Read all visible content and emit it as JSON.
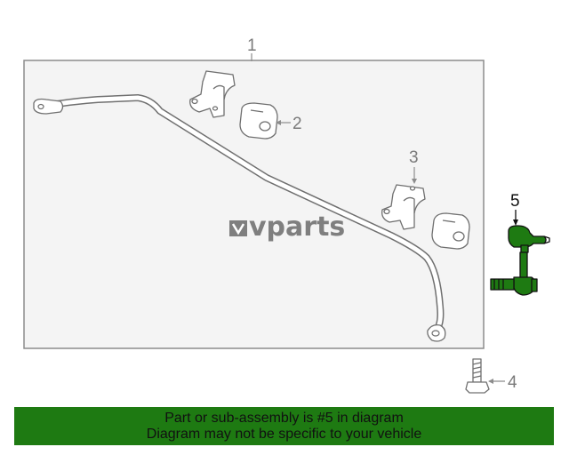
{
  "diagram": {
    "callouts": {
      "part_1": "1",
      "part_2": "2",
      "part_3": "3",
      "part_4": "4",
      "part_5": "5"
    },
    "watermark": "vparts",
    "highlight_color": "#1e7a12"
  },
  "banner": {
    "line1": "Part or sub-assembly is #5 in diagram",
    "line2": "Diagram may not be specific to your vehicle",
    "background": "#1e7a12"
  }
}
